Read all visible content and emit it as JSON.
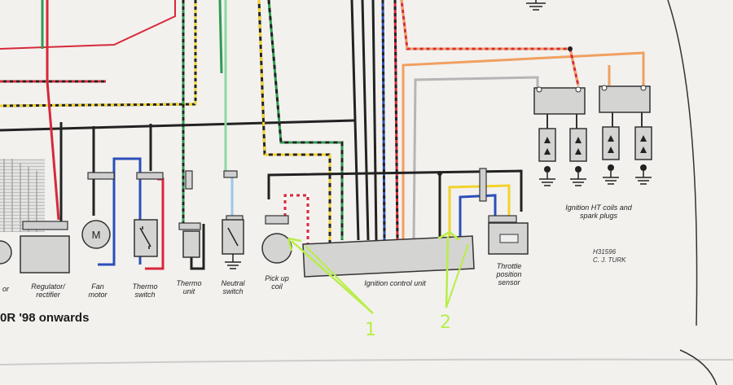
{
  "labels": {
    "partial_left": "or",
    "regulator": "Regulator/\nrectifier",
    "fan_motor": "Fan\nmotor",
    "thermo_switch": "Thermo\nswitch",
    "thermo_unit": "Thermo\nunit",
    "neutral_switch": "Neutral\nswitch",
    "pickup_coil": "Pick up\ncoil",
    "icu": "Ignition control unit",
    "tps": "Throttle\nposition\nsensor",
    "ht_coils": "Ignition HT coils and\nspark plugs",
    "motor_symbol": "M"
  },
  "credit": "H31596\nC. J. TURK",
  "heading": "0R '98 onwards",
  "annotations": [
    "1",
    "2"
  ],
  "colors": {
    "page": "#f2f1ee",
    "wire_black": "#222222",
    "wire_red": "#d8283a",
    "wire_green": "#2e9b4e",
    "wire_yellow": "#f2d22a",
    "wire_blue": "#2c4fb8",
    "wire_orange": "#f0a060",
    "wire_grey": "#b5b5b5",
    "wire_lightgreen": "#8fd6a0",
    "wire_lightblue": "#9cc7e8",
    "annotation": "#b8ee48",
    "component_fill": "#d4d4d2"
  }
}
